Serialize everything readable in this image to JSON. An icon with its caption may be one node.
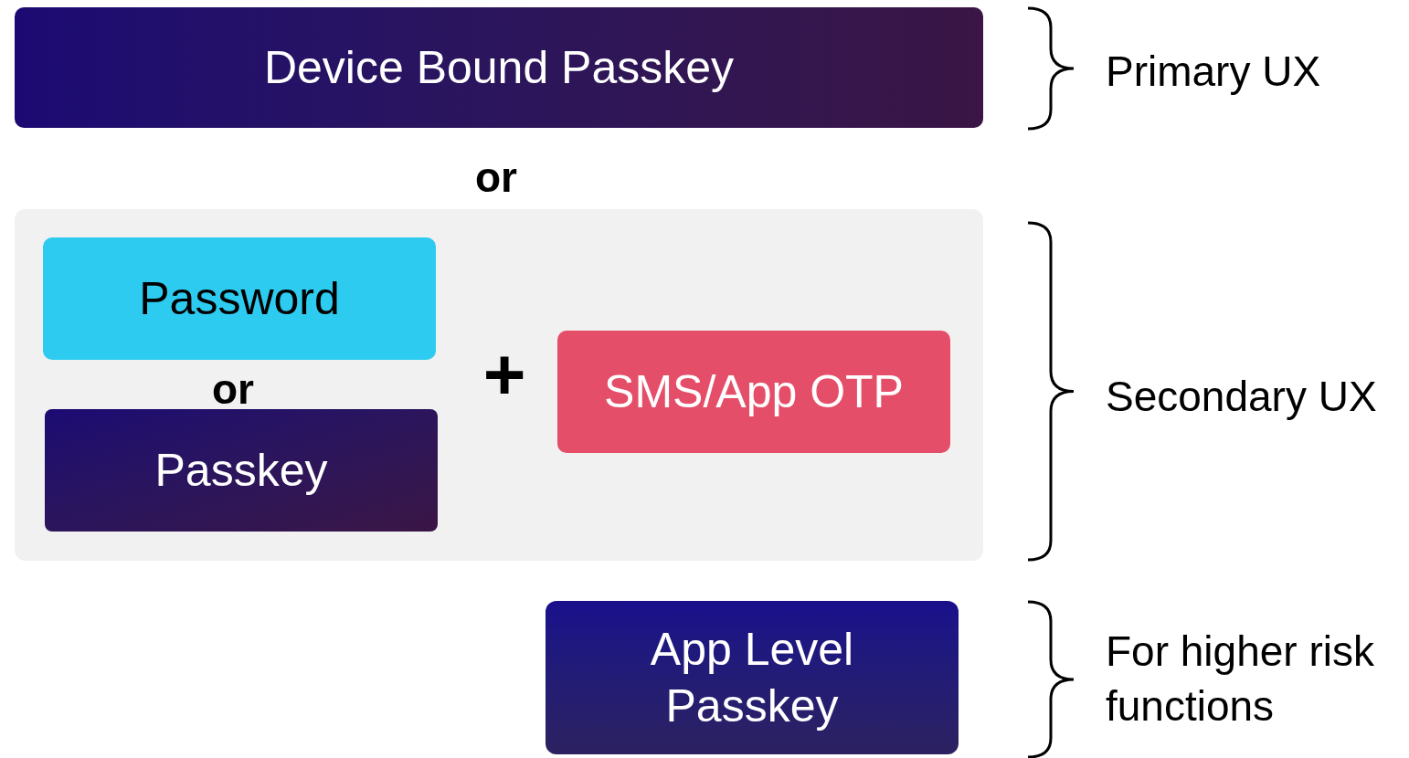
{
  "diagram": {
    "nodes": [
      {
        "text": [
          "Device Bound Passkey"
        ]
      },
      {
        "text": [],
        "shape": "box"
      },
      {
        "text": [
          "Password"
        ],
        "in": 1
      },
      {
        "text": [
          "Passkey"
        ],
        "in": 1
      },
      {
        "text": [
          "SMS/App OTP"
        ],
        "in": 1
      },
      {
        "text": [
          "App Level Passkey"
        ]
      }
    ],
    "labels": [
      "Primary UX",
      "or",
      "or",
      "+",
      "Secondary UX",
      "For higher risk functions"
    ]
  }
}
